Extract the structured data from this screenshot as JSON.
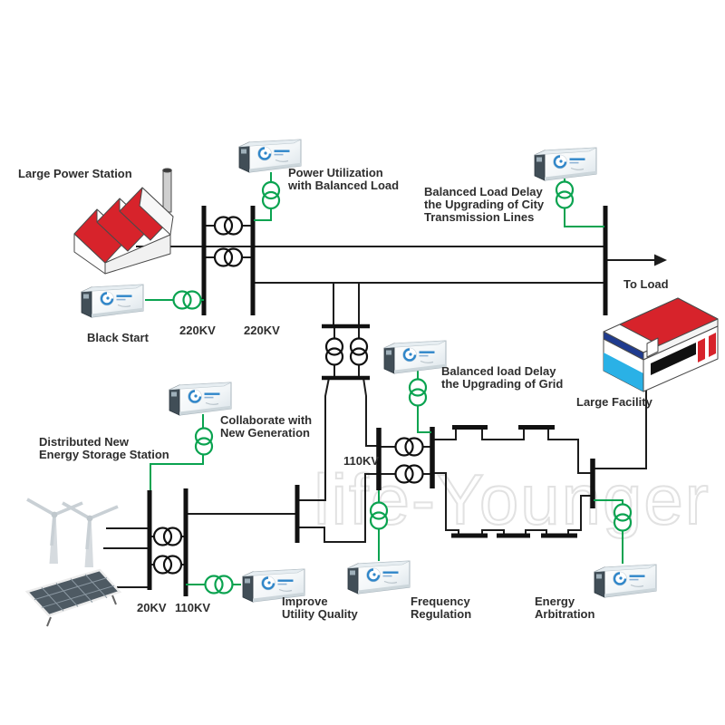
{
  "watermark": "life-Younger",
  "colors": {
    "line": "#1c1c1c",
    "green": "#0aa350",
    "roof_red": "#d7232b",
    "facility_blue_dark": "#1f3b8f",
    "facility_blue_light": "#2ab1e6",
    "logo_blue": "#2f86c9",
    "watermark_grey": "#e2e2e2"
  },
  "labels": {
    "large_power_station": "Large Power Station",
    "black_start": "Black Start",
    "to_load": "To Load",
    "large_facility": "Large Facility",
    "kv220_left": "220KV",
    "kv220_right": "220KV",
    "kv110_mid": "110KV",
    "kv20": "20KV",
    "kv110_bottom": "110KV",
    "power_utilization": [
      "Power Utilization",
      "with Balanced Load"
    ],
    "balanced_city": [
      "Balanced Load Delay",
      "the Upgrading of City",
      "Transmission Lines"
    ],
    "balanced_grid": [
      "Balanced load Delay",
      "the Upgrading of Grid"
    ],
    "collaborate": [
      "Collaborate with",
      "New Generation"
    ],
    "distributed": [
      "Distributed New",
      "Energy Storage Station"
    ],
    "improve": [
      "Improve",
      "Utility Quality"
    ],
    "frequency": [
      "Frequency",
      "Regulation"
    ],
    "arbitration": [
      "Energy",
      "Arbitration"
    ]
  }
}
